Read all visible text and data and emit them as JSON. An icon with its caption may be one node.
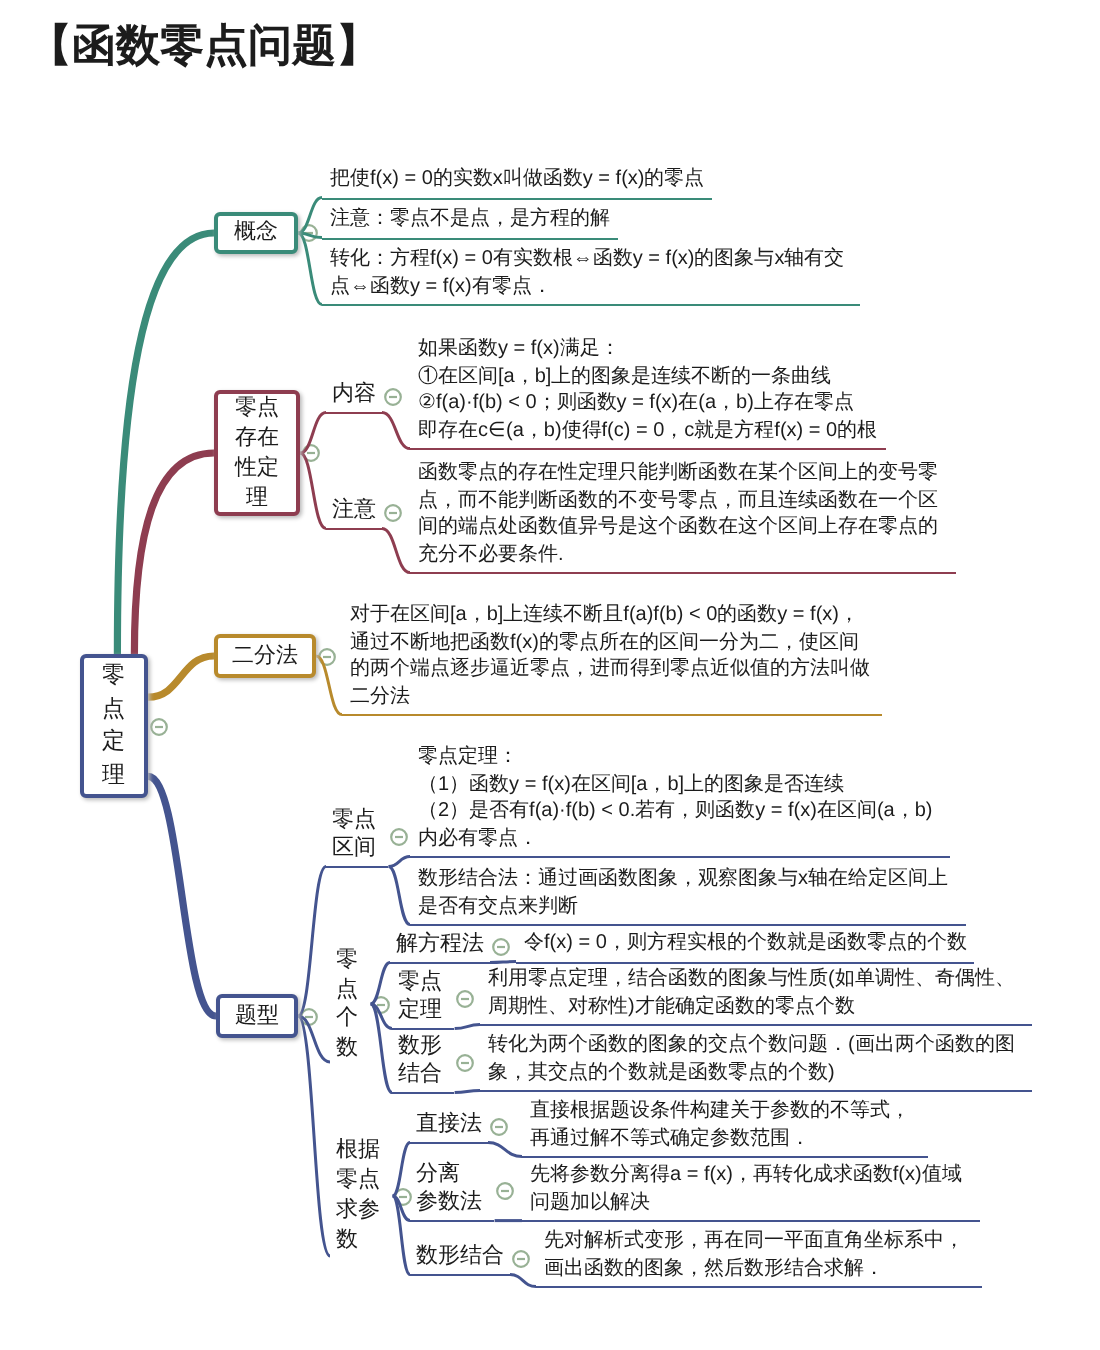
{
  "diagram": {
    "title": "【函数零点问题】",
    "nodes": [
      {
        "text": [
          "零点定理"
        ]
      },
      {
        "text": [
          "概念"
        ]
      },
      {
        "text": [
          "把使f(x) = 0的实数x叫做函数y = f(x)的零点"
        ]
      },
      {
        "text": [
          "注意：零点不是点，是方程的解"
        ]
      },
      {
        "text": [
          "转化：方程f(x) = 0有实数根⇔函数y = f(x)的图象与x轴有交点⇔函数y = f(x)有零点．"
        ]
      },
      {
        "text": [
          "零点存在性定理"
        ]
      },
      {
        "text": [
          "内容"
        ]
      },
      {
        "text": [
          "如果函数y = f(x)满足：",
          "①在区间[a，b]上的图象是连续不断的一条曲线",
          "②f(a)·f(b) < 0；则函数y = f(x)在(a，b)上存在零点",
          "即存在c∈(a，b)使得f(c) = 0，c就是方程f(x) = 0的根"
        ]
      },
      {
        "text": [
          "注意"
        ]
      },
      {
        "text": [
          "函数零点的存在性定理只能判断函数在某个区间上的变号零点，而不能判断函数的不变号零点，而且连续函数在一个区间的端点处函数值异号是这个函数在这个区间上存在零点的充分不必要条件."
        ]
      },
      {
        "text": [
          "二分法"
        ]
      },
      {
        "text": [
          "对于在区间[a，b]上连续不断且f(a)f(b) < 0的函数y = f(x)，通过不断地把函数f(x)的零点所在的区间一分为二，使区间的两个端点逐步逼近零点，进而得到零点近似值的方法叫做二分法"
        ]
      },
      {
        "text": [
          "题型"
        ]
      },
      {
        "text": [
          "零点区间"
        ]
      },
      {
        "text": [
          "零点定理：",
          "（1）函数y = f(x)在区间[a，b]上的图象是否连续",
          "（2）是否有f(a)·f(b) < 0.若有，则函数y = f(x)在区间(a，b)内必有零点．"
        ]
      },
      {
        "text": [
          "数形结合法：通过画函数图象，观察图象与x轴在给定区间上是否有交点来判断"
        ]
      },
      {
        "text": [
          "零点个数"
        ]
      },
      {
        "text": [
          "解方程法"
        ]
      },
      {
        "text": [
          "令f(x) = 0，则方程实根的个数就是函数零点的个数"
        ]
      },
      {
        "text": [
          "零点定理"
        ]
      },
      {
        "text": [
          "利用零点定理，结合函数的图象与性质(如单调性、奇偶性、周期性、对称性)才能确定函数的零点个数"
        ]
      },
      {
        "text": [
          "数形结合"
        ]
      },
      {
        "text": [
          "转化为两个函数的图象的交点个数问题．(画出两个函数的图象，其交点的个数就是函数零点的个数)"
        ]
      },
      {
        "text": [
          "根据零点求参数"
        ]
      },
      {
        "text": [
          "直接法"
        ]
      },
      {
        "text": [
          "直接根据题设条件构建关于参数的不等式，再通过解不等式确定参数范围．"
        ]
      },
      {
        "text": [
          "分离参数法"
        ]
      },
      {
        "text": [
          "先将参数分离得a = f(x)，再转化成求函数f(x)值域问题加以解决"
        ]
      },
      {
        "text": [
          "数形结合"
        ]
      },
      {
        "text": [
          "先对解析式变形，再在同一平面直角坐标系中，画出函数的图象，然后数形结合求解．"
        ]
      }
    ],
    "edges": [
      {
        "from": 0,
        "to": 1,
        "arrow": "none",
        "style": "thick",
        "color": "#3a8b79"
      },
      {
        "from": 1,
        "to": 2,
        "arrow": "none",
        "color": "#3a8b79"
      },
      {
        "from": 1,
        "to": 3,
        "arrow": "none",
        "color": "#3a8b79"
      },
      {
        "from": 1,
        "to": 4,
        "arrow": "none",
        "color": "#3a8b79"
      },
      {
        "from": 0,
        "to": 5,
        "arrow": "none",
        "style": "thick",
        "color": "#8e3d50"
      },
      {
        "from": 5,
        "to": 6,
        "arrow": "none",
        "color": "#8e3d50"
      },
      {
        "from": 6,
        "to": 7,
        "arrow": "none",
        "color": "#8e3d50"
      },
      {
        "from": 5,
        "to": 8,
        "arrow": "none",
        "color": "#8e3d50"
      },
      {
        "from": 8,
        "to": 9,
        "arrow": "none",
        "color": "#8e3d50"
      },
      {
        "from": 0,
        "to": 10,
        "arrow": "none",
        "style": "thick",
        "color": "#b88a2c"
      },
      {
        "from": 10,
        "to": 11,
        "arrow": "none",
        "color": "#b88a2c"
      },
      {
        "from": 0,
        "to": 12,
        "arrow": "none",
        "style": "thick"
      },
      {
        "from": 12,
        "to": 13,
        "arrow": "none"
      },
      {
        "from": 13,
        "to": 14,
        "arrow": "none"
      },
      {
        "from": 13,
        "to": 15,
        "arrow": "none"
      },
      {
        "from": 12,
        "to": 16,
        "arrow": "none"
      },
      {
        "from": 16,
        "to": 17,
        "arrow": "none"
      },
      {
        "from": 17,
        "to": 18,
        "arrow": "none"
      },
      {
        "from": 16,
        "to": 19,
        "arrow": "none"
      },
      {
        "from": 19,
        "to": 20,
        "arrow": "none"
      },
      {
        "from": 16,
        "to": 21,
        "arrow": "none"
      },
      {
        "from": 21,
        "to": 22,
        "arrow": "none"
      },
      {
        "from": 12,
        "to": 23,
        "arrow": "none"
      },
      {
        "from": 23,
        "to": 24,
        "arrow": "none"
      },
      {
        "from": 24,
        "to": 25,
        "arrow": "none"
      },
      {
        "from": 23,
        "to": 26,
        "arrow": "none"
      },
      {
        "from": 26,
        "to": 27,
        "arrow": "none"
      },
      {
        "from": 23,
        "to": 28,
        "arrow": "none"
      },
      {
        "from": 28,
        "to": 29,
        "arrow": "none"
      }
    ]
  }
}
